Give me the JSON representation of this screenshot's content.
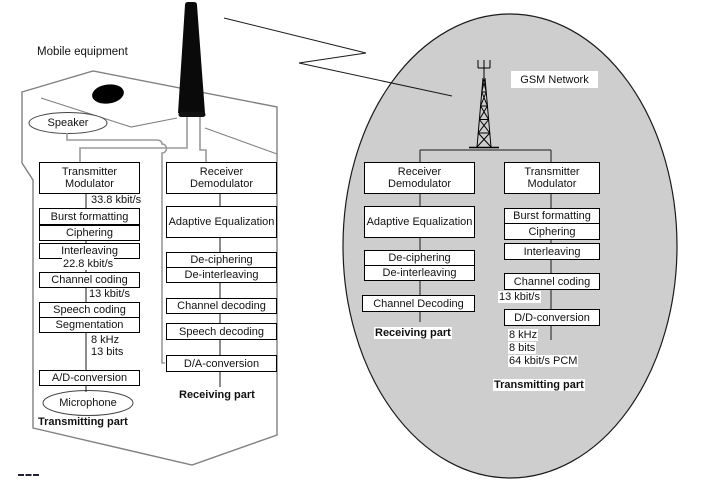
{
  "diagram": {
    "mobile": {
      "title": "Mobile equipment",
      "speaker_label": "Speaker",
      "microphone_label": "Microphone",
      "tx": {
        "modulator": "Transmitter Modulator",
        "rate_338": "33.8 kbit/s",
        "burst_formatting": "Burst formatting",
        "ciphering": "Ciphering",
        "interleaving": "Interleaving",
        "rate_228": "22.8 kbit/s",
        "channel_coding": "Channel coding",
        "rate_13": "13 kbit/s",
        "speech_coding": "Speech coding",
        "segmentation": "Segmentation",
        "rate_8khz": "8 kHz",
        "rate_13bits": "13 bits",
        "ad_conversion": "A/D-conversion",
        "part_label": "Transmitting part"
      },
      "rx": {
        "demodulator": "Receiver Demodulator",
        "adaptive_eq": "Adaptive Equalization",
        "de_ciphering": "De-ciphering",
        "de_interleaving": "De-interleaving",
        "channel_decoding": "Channel decoding",
        "speech_decoding": "Speech decoding",
        "da_conversion": "D/A-conversion",
        "part_label": "Receiving part"
      }
    },
    "network": {
      "title": "GSM Network",
      "rx": {
        "demodulator": "Receiver Demodulator",
        "adaptive_eq": "Adaptive Equalization",
        "de_ciphering": "De-ciphering",
        "de_interleaving": "De-interleaving",
        "channel_decoding": "Channel Decoding",
        "part_label": "Receiving part"
      },
      "tx": {
        "modulator": "Transmitter Modulator",
        "burst_formatting": "Burst formatting",
        "ciphering": "Ciphering",
        "interleaving": "Interleaving",
        "channel_coding": "Channel coding",
        "rate_13": "13 kbit/s",
        "dd_conversion": "D/D-conversion",
        "rate_8khz": "8 kHz",
        "rate_8bits": "8 bits",
        "rate_64pcm": "64 kbit/s PCM",
        "part_label": "Transmitting part"
      }
    },
    "icons": {
      "mobile_antenna": "black tapered whip antenna",
      "radio_tower": "lattice radio mast with trident top",
      "radio_link": "zigzag air-interface line",
      "speaker_hole": "black oval earpiece hole",
      "cropped_dashes": "small dashed mark at bottom-left"
    },
    "colors": {
      "ellipse_fill": "#cecece",
      "phone_outline": "#808080",
      "wire": "#9a9a9a",
      "line": "#1a1a1a"
    }
  }
}
